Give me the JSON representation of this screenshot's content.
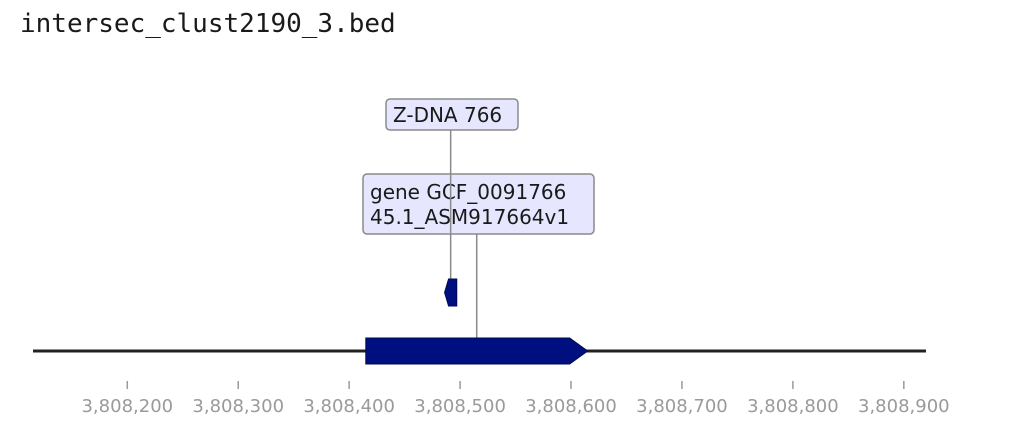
{
  "header": {
    "filename": "intersec_clust2190_3.bed"
  },
  "colors": {
    "feature_fill": "#000f80",
    "label_fill": "#e6e6ff",
    "label_stroke": "#8a8a8a",
    "axis_line": "#222222",
    "tick_color": "#9a9a9a"
  },
  "axis": {
    "range": [
      3808115,
      3808920
    ],
    "ticks": [
      {
        "value": 3808200,
        "label": "3,808,200"
      },
      {
        "value": 3808300,
        "label": "3,808,300"
      },
      {
        "value": 3808400,
        "label": "3,808,400"
      },
      {
        "value": 3808500,
        "label": "3,808,500"
      },
      {
        "value": 3808600,
        "label": "3,808,600"
      },
      {
        "value": 3808700,
        "label": "3,808,700"
      },
      {
        "value": 3808800,
        "label": "3,808,800"
      },
      {
        "value": 3808900,
        "label": "3,808,900"
      }
    ]
  },
  "features": {
    "gene": {
      "start": 3808415,
      "end": 3808615,
      "strand": "+",
      "label_lines": [
        "gene GCF_0091766",
        "45.1_ASM917664v1"
      ]
    },
    "zdna": {
      "start": 3808486,
      "end": 3808497,
      "strand": "-",
      "label_lines": [
        "Z-DNA 766"
      ]
    }
  }
}
